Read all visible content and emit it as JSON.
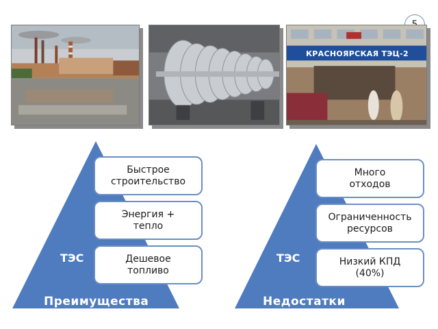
{
  "page_number": "5",
  "photos": [
    {
      "description_icon": "power-plant-photo"
    },
    {
      "description_icon": "turbine-photo"
    },
    {
      "description_icon": "tec-building-photo",
      "sign_text": "КРАСНОЯРСКАЯ ТЭЦ-2"
    }
  ],
  "left_pyramid": {
    "label": "ТЭС",
    "caption": "Преимущества",
    "items": [
      "Быстрое строительство",
      "Энергия + тепло",
      "Дешевое топливо"
    ]
  },
  "right_pyramid": {
    "label": "ТЭС",
    "caption": "Недостатки",
    "items": [
      "Много отходов",
      "Ограниченность ресурсов",
      "Низкий КПД (40%)"
    ]
  },
  "colors": {
    "pyramid": "#4f7bbf",
    "box_border": "#6a8ec2"
  }
}
